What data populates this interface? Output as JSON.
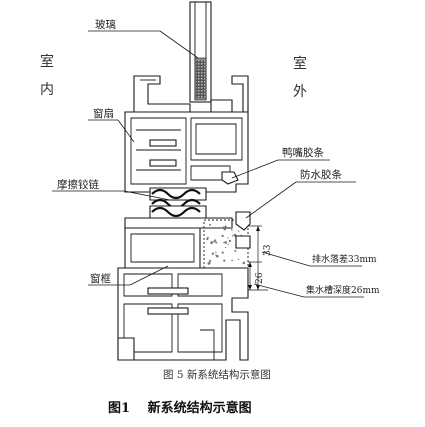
{
  "room": {
    "inside_1": "室",
    "inside_2": "内",
    "outside_1": "室",
    "outside_2": "外"
  },
  "labels": {
    "glass": "玻璃",
    "sash": "窗扇",
    "hinge": "摩擦铰链",
    "frame": "窗框",
    "duckbill_strip": "鸭嘴胶条",
    "waterproof_strip": "防水胶条",
    "drain_drop": "排水落差33mm",
    "sump_depth": "集水槽深度26mm"
  },
  "dimensions": {
    "drop_value": "33",
    "depth_value": "26"
  },
  "captions": {
    "inner": "图 5 新系统结构示意图",
    "outer": "图1　 新系统结构示意图"
  }
}
